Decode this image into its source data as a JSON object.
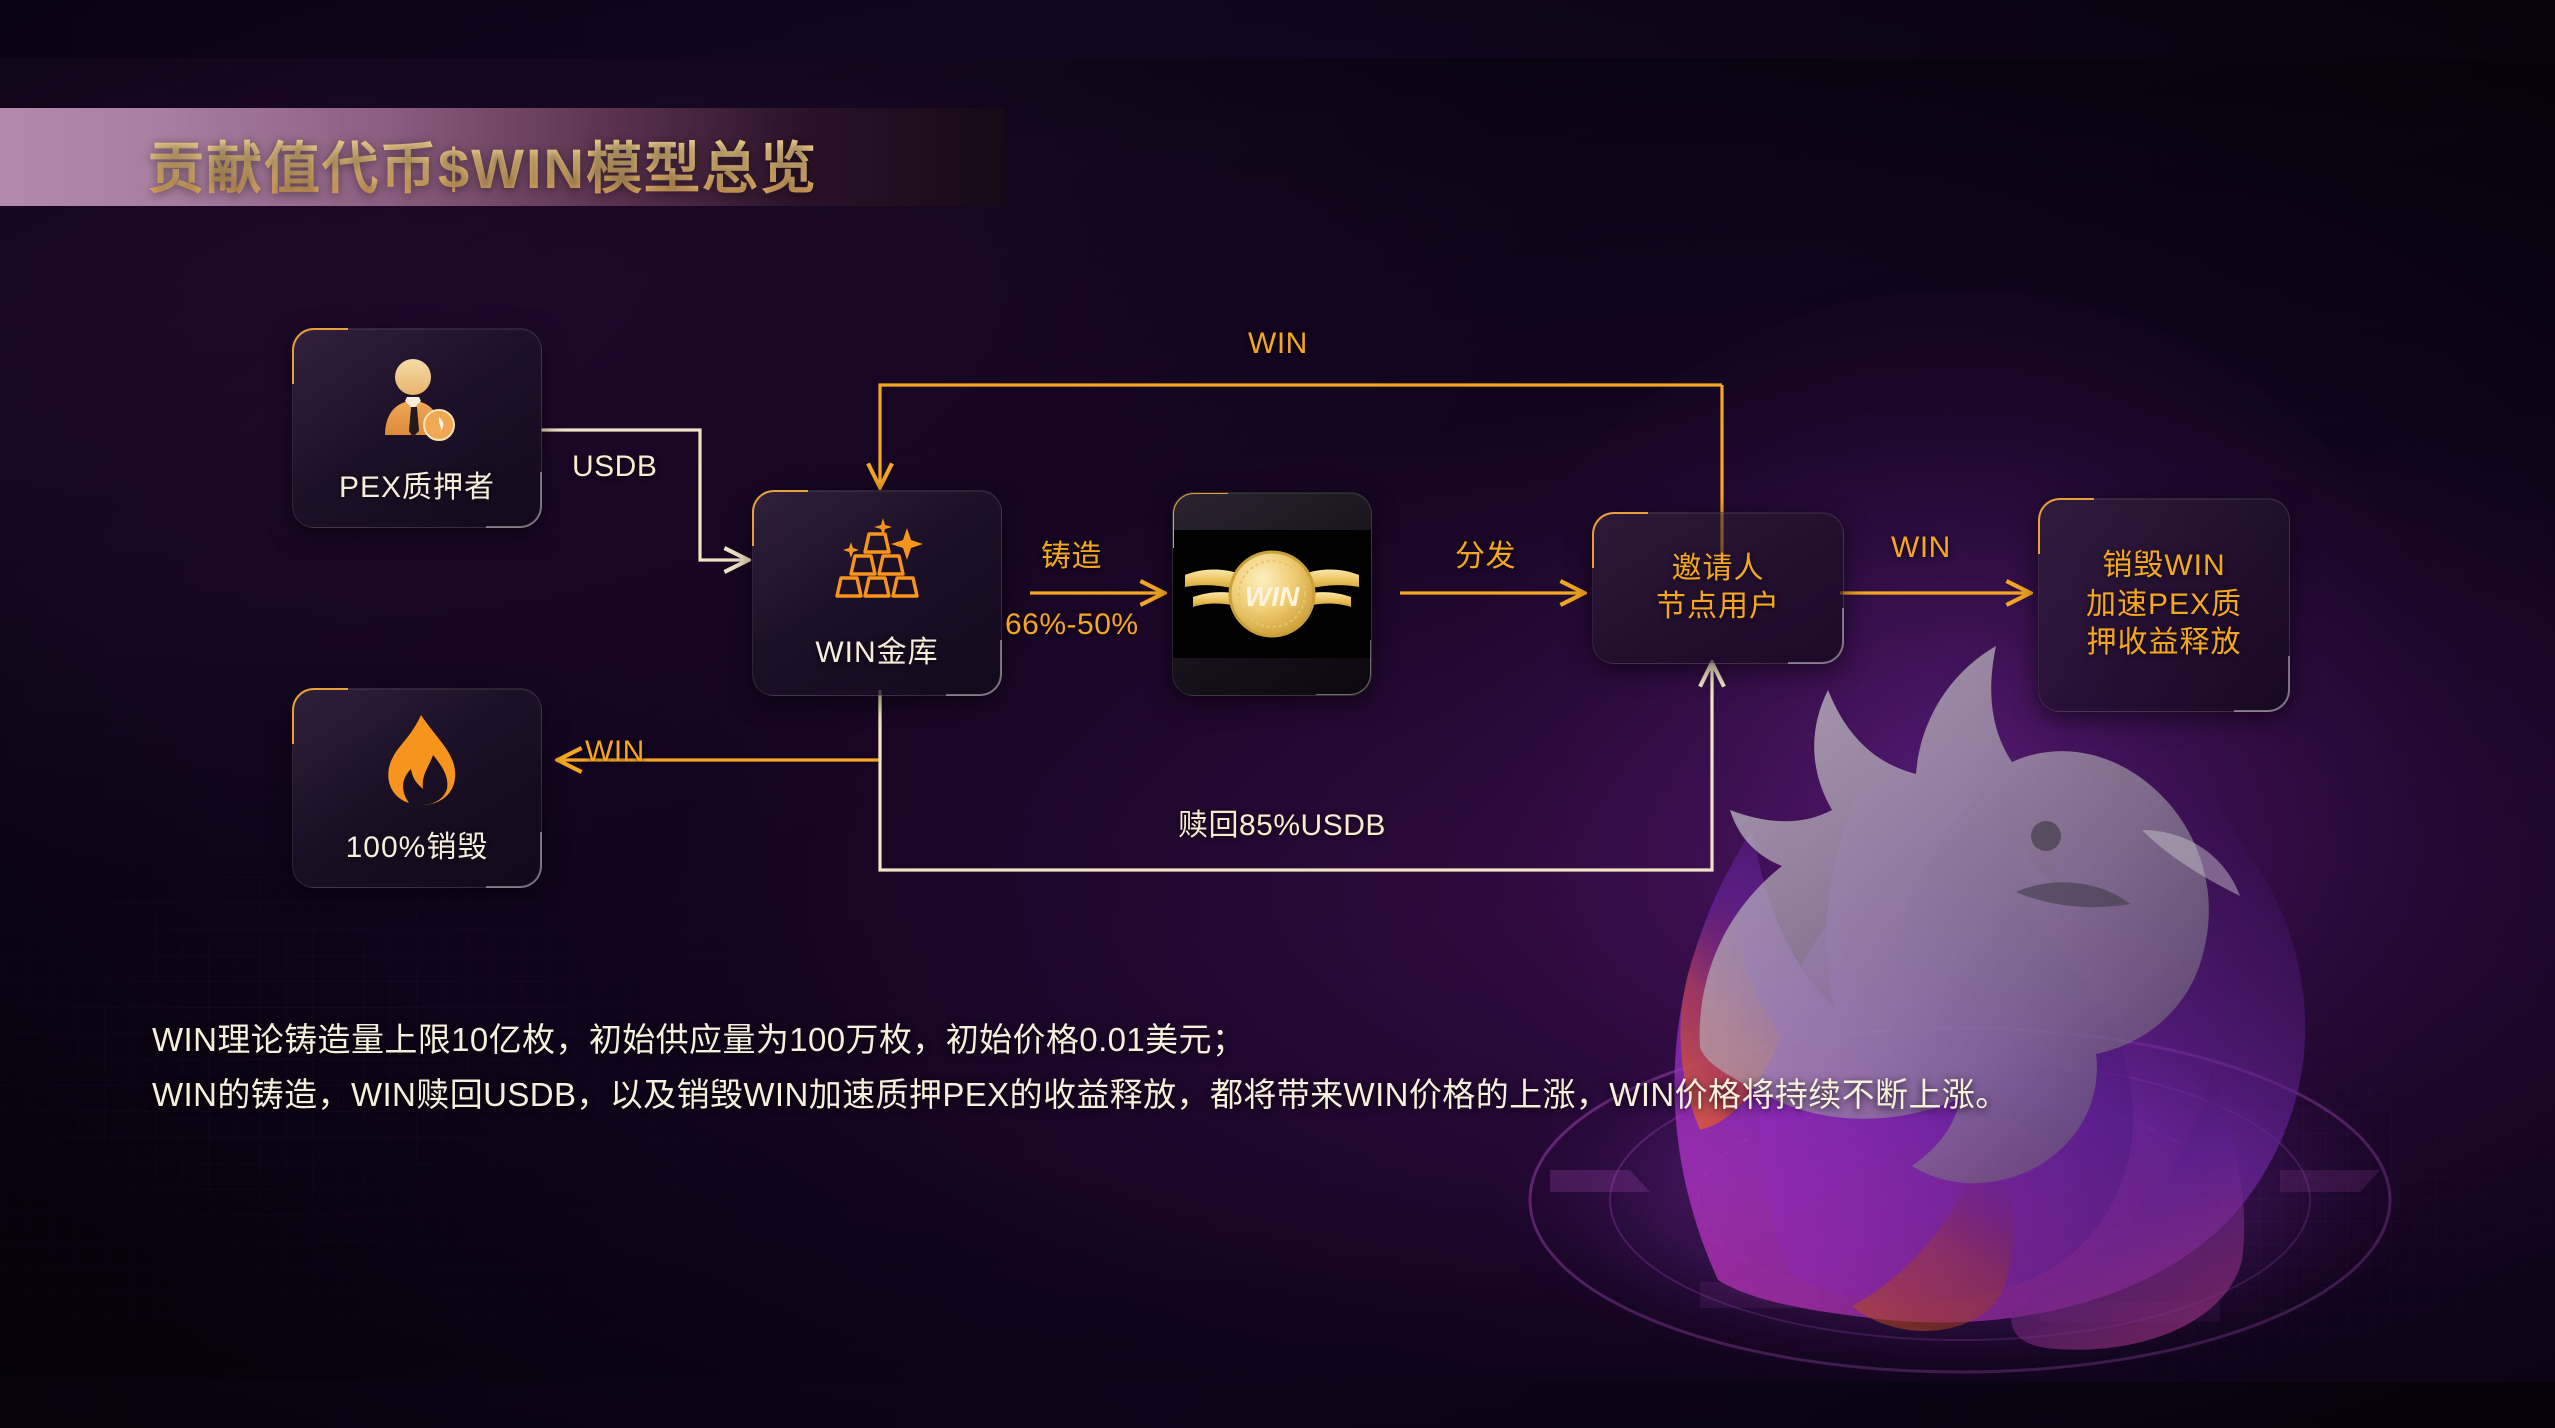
{
  "header": {
    "title": "贡献值代币$WIN模型总览",
    "accent_gradient_start": "#b389ae",
    "accent_gradient_end": "#150a16",
    "title_color": "#f5cb84"
  },
  "theme": {
    "orange": "#f5a623",
    "cream": "#f7ecce",
    "background": "#0a0310",
    "panel": "#1e1428"
  },
  "diagram": {
    "nodes": [
      {
        "id": "pex-staker",
        "label": "PEX质押者",
        "icon": "user-stake-icon"
      },
      {
        "id": "burn-100",
        "label": "100%销毁",
        "icon": "flame-icon"
      },
      {
        "id": "win-vault",
        "label": "WIN金库",
        "icon": "gold-bars-icon"
      },
      {
        "id": "win-coin",
        "label": "WIN",
        "icon": "winged-win-coin-icon"
      },
      {
        "id": "inviter-node",
        "label_line1": "邀请人",
        "label_line2": "节点用户"
      },
      {
        "id": "burn-accel",
        "label_line1": "销毁WIN",
        "label_line2": "加速PEX质",
        "label_line3": "押收益释放"
      }
    ],
    "edges": [
      {
        "id": "edge-usdb",
        "label": "USDB",
        "color": "cream",
        "from": "pex-staker",
        "to": "win-vault"
      },
      {
        "id": "edge-win-burn",
        "label": "WIN",
        "color": "orange",
        "from": "win-vault",
        "to": "burn-100"
      },
      {
        "id": "edge-win-toploop",
        "label": "WIN",
        "color": "orange",
        "from": "inviter-node",
        "to": "win-vault"
      },
      {
        "id": "edge-mint",
        "label": "铸造",
        "color": "orange",
        "from": "win-vault",
        "to": "win-coin"
      },
      {
        "id": "edge-mint-rate",
        "label": "66%-50%",
        "color": "orange",
        "from": "win-vault",
        "to": "win-coin"
      },
      {
        "id": "edge-distribute",
        "label": "分发",
        "color": "orange",
        "from": "win-coin",
        "to": "inviter-node"
      },
      {
        "id": "edge-win-accel",
        "label": "WIN",
        "color": "orange",
        "from": "inviter-node",
        "to": "burn-accel"
      },
      {
        "id": "edge-redeem",
        "label": "赎回85%USDB",
        "color": "cream",
        "from": "win-vault",
        "to": "inviter-node"
      }
    ]
  },
  "footnote": {
    "line1": "WIN理论铸造量上限10亿枚，初始供应量为100万枚，初始价格0.01美元；",
    "line2": "WIN的铸造，WIN赎回USDB，以及销毁WIN加速质押PEX的收益释放，都将带来WIN价格的上涨，WIN价格将持续不断上涨。"
  }
}
